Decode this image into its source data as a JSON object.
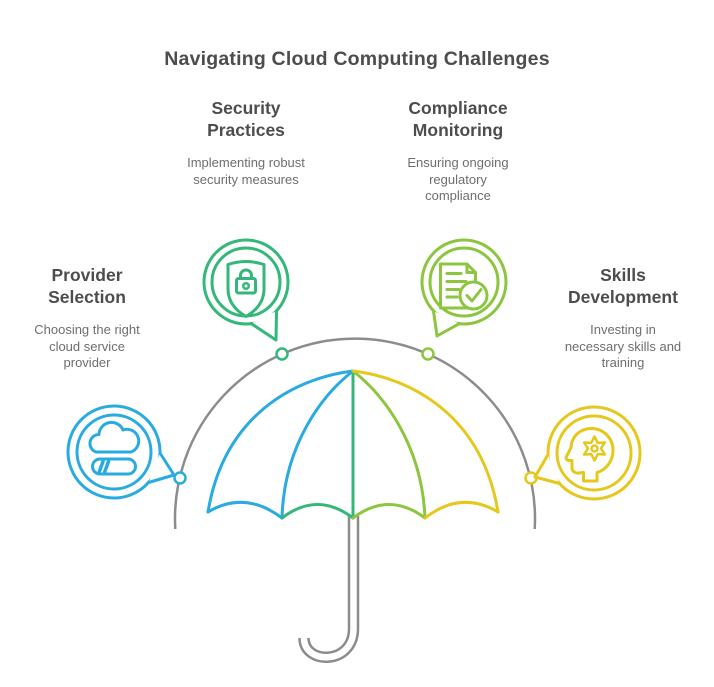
{
  "title": "Navigating Cloud Computing Challenges",
  "colors": {
    "title_text": "#4D4D4D",
    "body_text": "#6D6E71",
    "arc_gray": "#8A8C8E",
    "background": "#FFFFFF",
    "blue": "#29ABE2",
    "emerald": "#33B879",
    "lime": "#8CC63F",
    "yellow": "#E6C71C"
  },
  "items": [
    {
      "id": "provider-selection",
      "label": "Provider Selection",
      "label_lines": [
        "Provider",
        "Selection"
      ],
      "description": "Choosing the right cloud service provider",
      "description_lines": [
        "Choosing the right",
        "cloud service",
        "provider"
      ],
      "color": "#29ABE2",
      "icon": "cloud-storage-icon",
      "position": "left"
    },
    {
      "id": "security-practices",
      "label": "Security Practices",
      "label_lines": [
        "Security",
        "Practices"
      ],
      "description": "Implementing robust security measures",
      "description_lines": [
        "Implementing robust",
        "security measures"
      ],
      "color": "#33B879",
      "icon": "shield-lock-icon",
      "position": "top-left"
    },
    {
      "id": "compliance-monitoring",
      "label": "Compliance Monitoring",
      "label_lines": [
        "Compliance",
        "Monitoring"
      ],
      "description": "Ensuring ongoing regulatory compliance",
      "description_lines": [
        "Ensuring ongoing",
        "regulatory",
        "compliance"
      ],
      "color": "#8CC63F",
      "icon": "document-check-icon",
      "position": "top-right"
    },
    {
      "id": "skills-development",
      "label": "Skills Development",
      "label_lines": [
        "Skills",
        "Development"
      ],
      "description": "Investing in necessary skills and training",
      "description_lines": [
        "Investing in",
        "necessary skills and",
        "training"
      ],
      "color": "#E6C71C",
      "icon": "head-gear-icon",
      "position": "right"
    }
  ],
  "illustration": {
    "name": "umbrella-with-arc",
    "umbrella_segment_colors": [
      "#29ABE2",
      "#33B879",
      "#8CC63F",
      "#E6C71C"
    ],
    "handle_color": "#8A8C8E",
    "arc_color": "#8A8C8E"
  }
}
